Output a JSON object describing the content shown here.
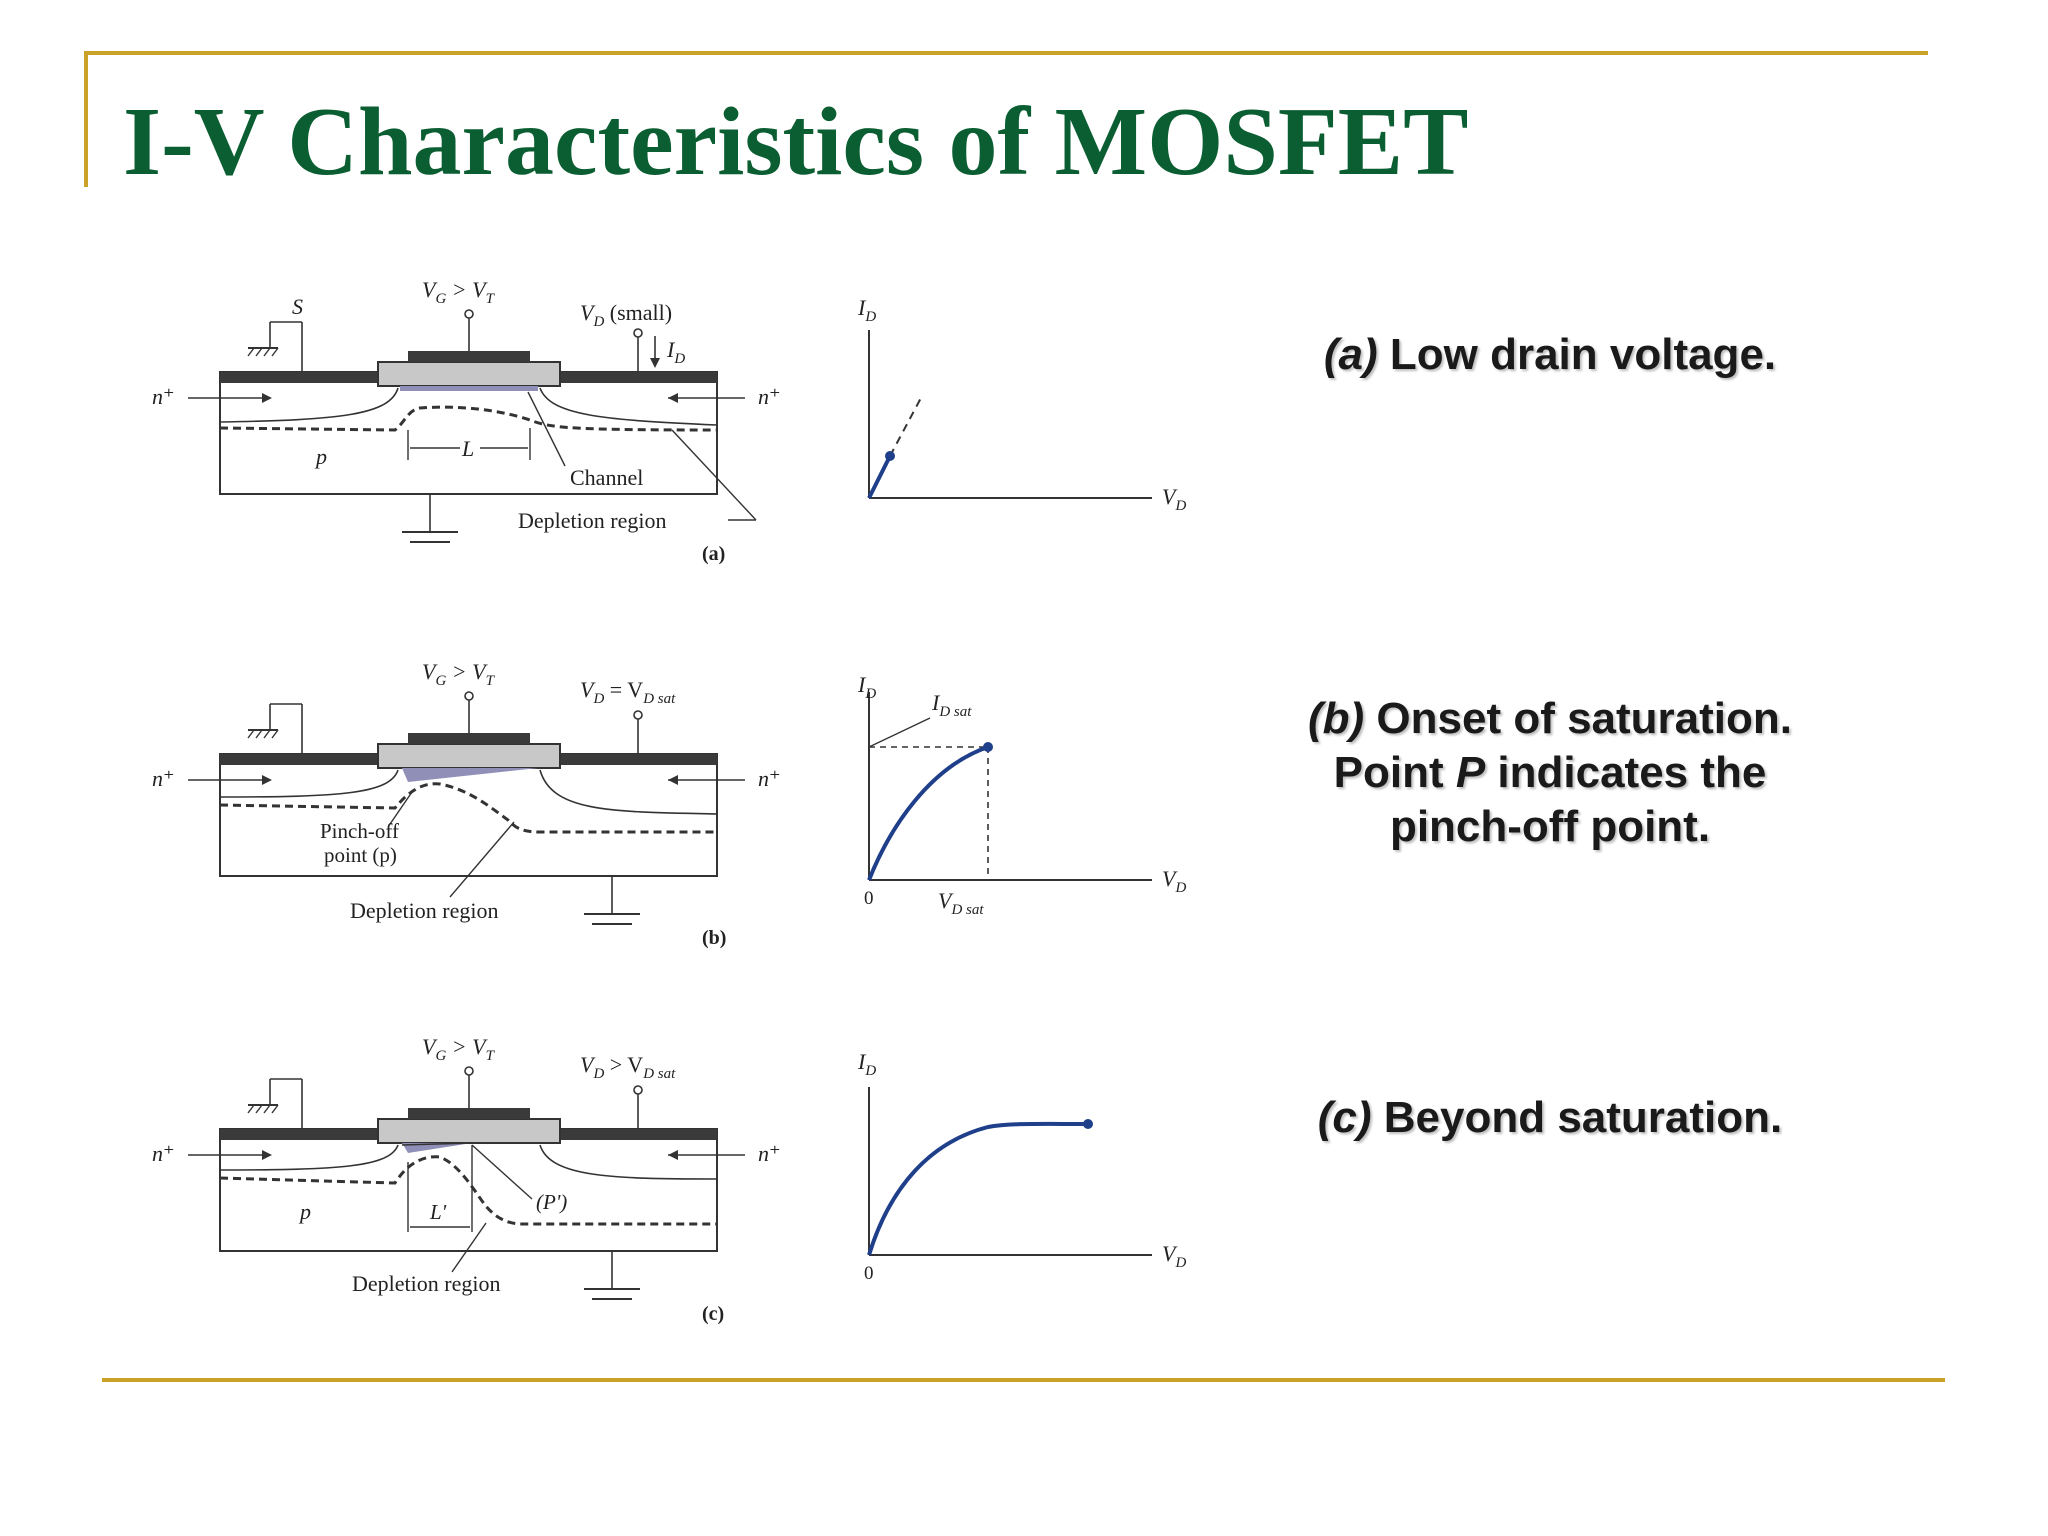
{
  "slide": {
    "title": "I-V Characteristics of MOSFET",
    "colors": {
      "title": "#0b5e32",
      "rule": "#c9a227",
      "curve": "#1f3f8a"
    }
  },
  "panels": [
    {
      "id": "a",
      "device": {
        "vg": "V",
        "vg_sub": "G",
        "vg_rel": " > V",
        "vg_rel_sub": "T",
        "vd": "V",
        "vd_sub": "D",
        "vd_rest": " (small)",
        "id_label": "I",
        "id_sub": "D",
        "source": "S",
        "n_left": "n⁺",
        "n_right": "n⁺",
        "substrate": "p",
        "length": "L",
        "channel": "Channel",
        "depletion": "Depletion region",
        "fig_label": "(a)"
      },
      "graph": {
        "y_label": "I",
        "y_sub": "D",
        "x_label": "V",
        "x_sub": "D"
      },
      "caption_lines": [
        {
          "label": "(a)",
          "text": " Low drain voltage."
        }
      ]
    },
    {
      "id": "b",
      "device": {
        "vg": "V",
        "vg_sub": "G",
        "vg_rel": " > V",
        "vg_rel_sub": "T",
        "vd": "V",
        "vd_sub": "D",
        "vd_rest": " = V",
        "vd_rest_sub": "D sat",
        "n_left": "n⁺",
        "n_right": "n⁺",
        "pinch1": "Pinch-off",
        "pinch2": "point (p)",
        "depletion": "Depletion region",
        "fig_label": "(b)"
      },
      "graph": {
        "y_label": "I",
        "y_sub": "D",
        "x_label": "V",
        "x_sub": "D",
        "isat": "I",
        "isat_sub": "D sat",
        "origin": "0",
        "vsat": "V",
        "vsat_sub": "D sat"
      },
      "caption_lines": [
        {
          "label": "(b)",
          "text": " Onset of saturation."
        },
        {
          "label": "",
          "text": "Point ",
          "label2": "P",
          "text2": " indicates the"
        },
        {
          "label": "",
          "text": "pinch-off point."
        }
      ]
    },
    {
      "id": "c",
      "device": {
        "vg": "V",
        "vg_sub": "G",
        "vg_rel": " > V",
        "vg_rel_sub": "T",
        "vd": "V",
        "vd_sub": "D",
        "vd_rest": " > V",
        "vd_rest_sub": "D sat",
        "n_left": "n⁺",
        "n_right": "n⁺",
        "substrate": "p",
        "length": "L'",
        "pprime": "(P')",
        "depletion": "Depletion region",
        "fig_label": "(c)"
      },
      "graph": {
        "y_label": "I",
        "y_sub": "D",
        "x_label": "V",
        "x_sub": "D",
        "origin": "0"
      },
      "caption_lines": [
        {
          "label": "(c)",
          "text": " Beyond saturation."
        }
      ]
    }
  ]
}
